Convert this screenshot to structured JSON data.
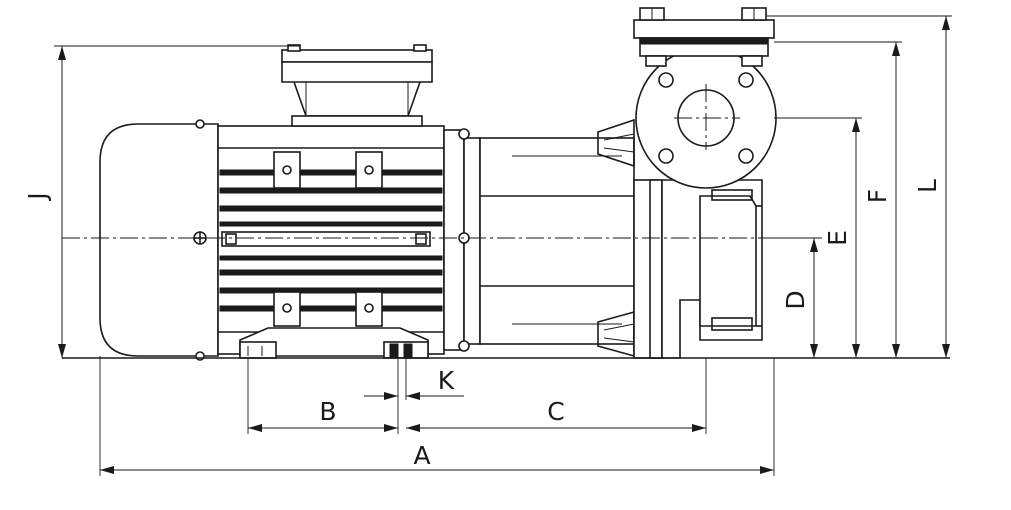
{
  "dimensions": {
    "A": "A",
    "B": "B",
    "C": "C",
    "D": "D",
    "E": "E",
    "F": "F",
    "J": "J",
    "K": "K",
    "L": "L"
  },
  "colors": {
    "ink": "#1a1a1a",
    "background": "#ffffff"
  }
}
